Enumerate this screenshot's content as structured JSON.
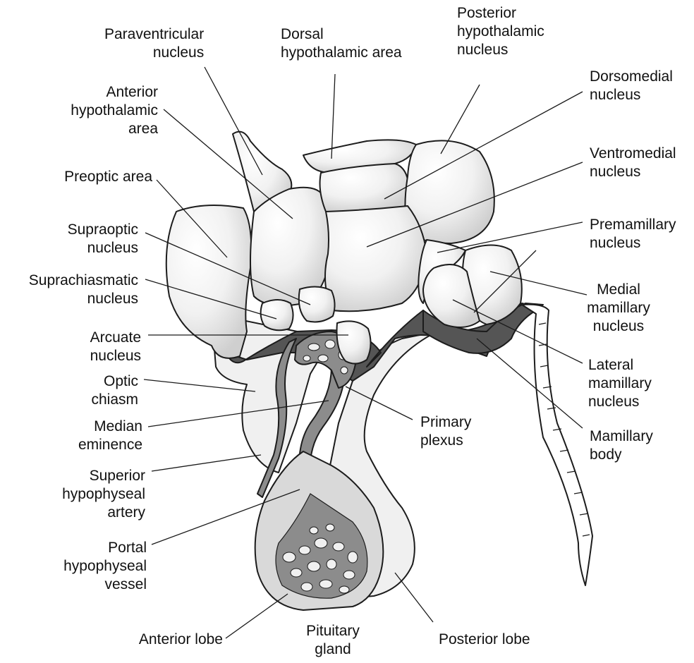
{
  "colors": {
    "nucleus_fill": "#e8e8e8",
    "nucleus_highlight": "#ffffff",
    "dark_base": "#555555",
    "stalk": "#8c8c8c",
    "pale_tissue": "#f0f0f0",
    "ink": "#1c1c1c"
  },
  "labels": {
    "paraventricular": [
      "Paraventricular",
      "nucleus"
    ],
    "dorsal_area": [
      "Dorsal",
      "hypothalamic area"
    ],
    "posterior_nucleus": [
      "Posterior",
      "hypothalamic",
      "nucleus"
    ],
    "dorsomedial": [
      "Dorsomedial",
      "nucleus"
    ],
    "anterior_area": [
      "Anterior",
      "hypothalamic",
      "area"
    ],
    "ventromedial": [
      "Ventromedial",
      "nucleus"
    ],
    "preoptic": [
      "Preoptic area"
    ],
    "premamillary": [
      "Premamillary",
      "nucleus"
    ],
    "supraoptic": [
      "Supraoptic",
      "nucleus"
    ],
    "medial_mamillary": [
      "Medial",
      "mamillary",
      "nucleus"
    ],
    "suprachiasmatic": [
      "Suprachiasmatic",
      "nucleus"
    ],
    "arcuate": [
      "Arcuate",
      "nucleus"
    ],
    "lateral_mamillary": [
      "Lateral",
      "mamillary",
      "nucleus"
    ],
    "optic_chiasm": [
      "Optic",
      "chiasm"
    ],
    "median_eminence": [
      "Median",
      "eminence"
    ],
    "primary_plexus": [
      "Primary",
      "plexus"
    ],
    "mamillary_body": [
      "Mamillary",
      "body"
    ],
    "superior_artery": [
      "Superior",
      "hypophyseal",
      "artery"
    ],
    "portal_vessel": [
      "Portal",
      "hypophyseal",
      "vessel"
    ],
    "anterior_lobe": [
      "Anterior lobe"
    ],
    "pituitary": [
      "Pituitary",
      "gland"
    ],
    "posterior_lobe": [
      "Posterior lobe"
    ]
  }
}
